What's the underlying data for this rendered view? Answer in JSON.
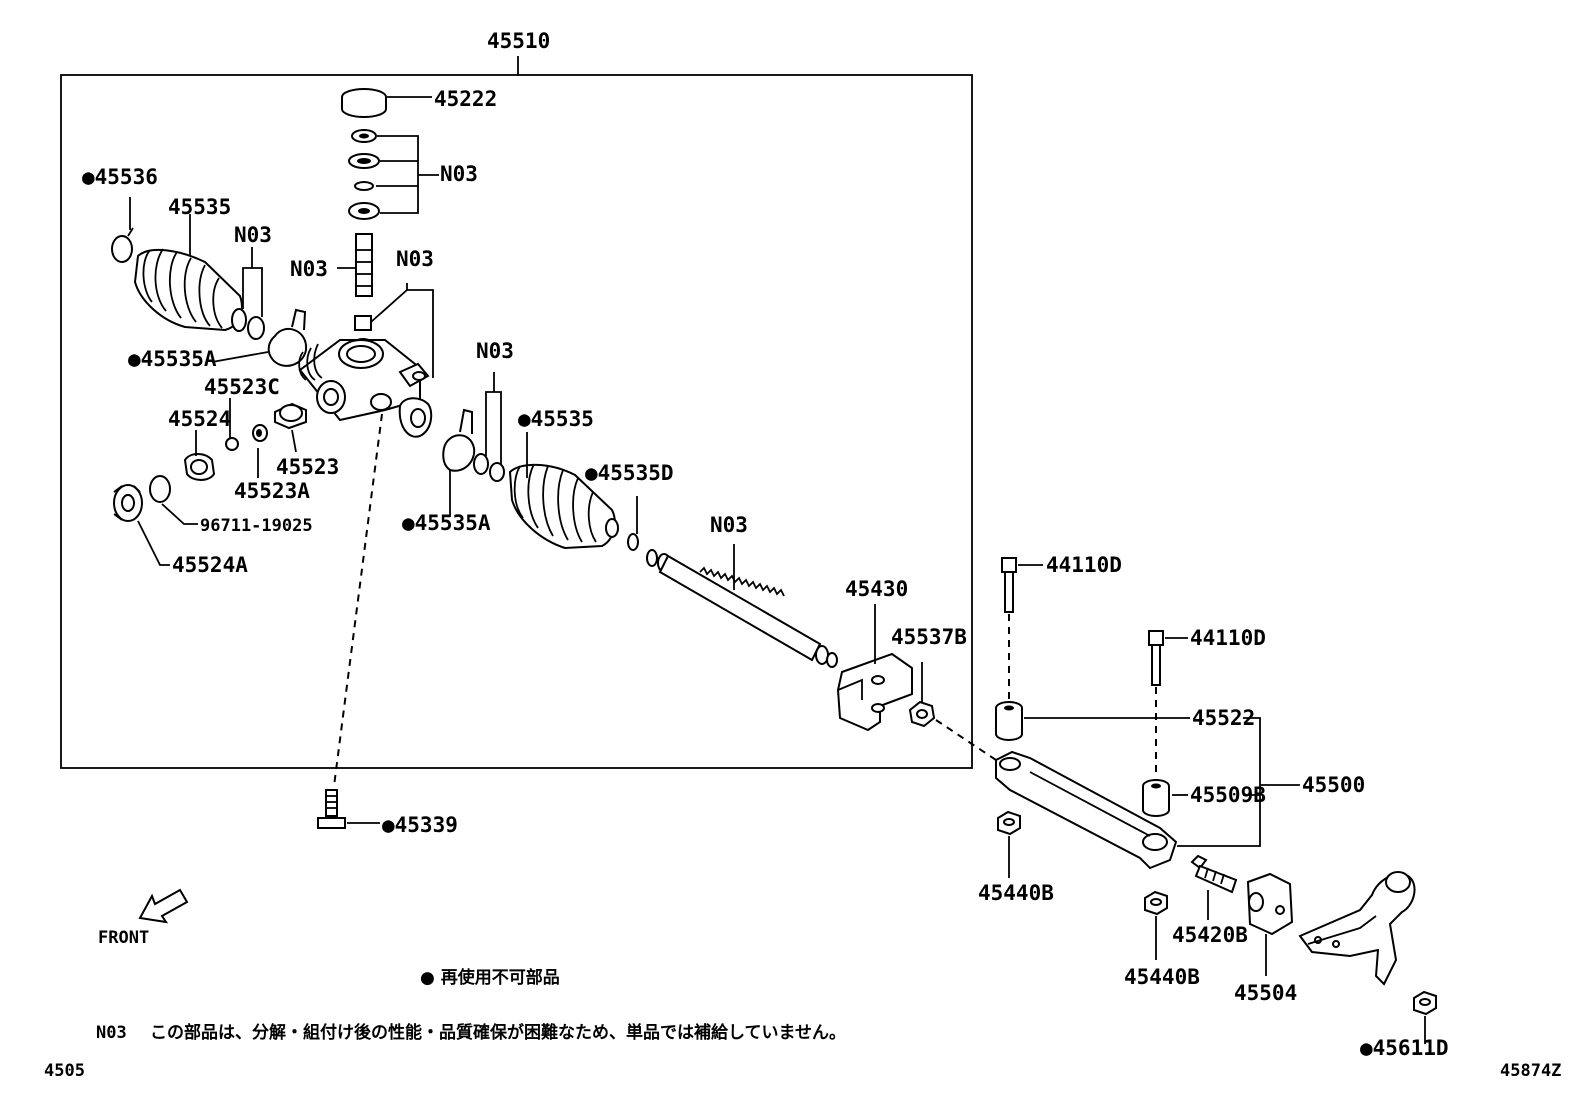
{
  "parts": {
    "p45510": "45510",
    "p45222": "45222",
    "p45536": "●45536",
    "p45535_top": "45535",
    "n03_a": "N03",
    "n03_b": "N03",
    "n03_c": "N03",
    "n03_d": "N03",
    "n03_e": "N03",
    "n03_f": "N03",
    "p45535A_top": "●45535A",
    "p45523C": "45523C",
    "p45524": "45524",
    "p45523": "45523",
    "p45523A": "45523A",
    "p96711": "96711-19025",
    "p45524A": "45524A",
    "p45535_mid": "●45535",
    "p45535D": "●45535D",
    "p45535A_bot": "●45535A",
    "p45430": "45430",
    "p45537B": "45537B",
    "p44110D_a": "44110D",
    "p44110D_b": "44110D",
    "p45522": "45522",
    "p45500": "45500",
    "p45509B": "45509B",
    "p45339": "●45339",
    "p45440B_a": "45440B",
    "p45440B_b": "45440B",
    "p45420B": "45420B",
    "p45504": "45504",
    "p45611D": "●45611D"
  },
  "legend": {
    "non_reusable": "● 再使用不可部品",
    "n03_code": "N03",
    "n03_note": "この部品は、分解・組付け後の性能・品質確保が困難なため、単品では補給していません。"
  },
  "front_label": "FRONT",
  "footer": {
    "left": "4505",
    "right": "45874Z"
  }
}
